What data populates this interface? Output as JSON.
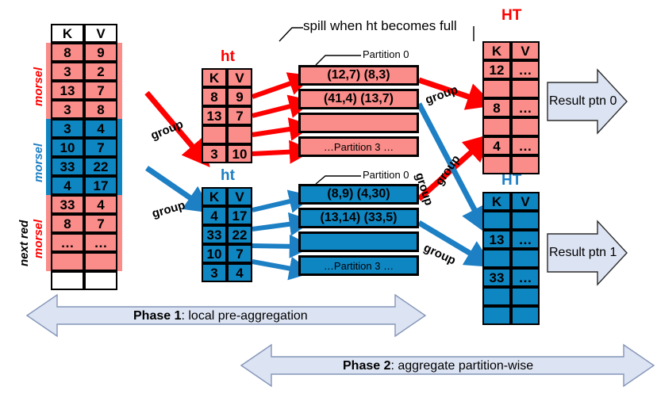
{
  "diagram": {
    "title_note": "spill when ht becomes full",
    "colors": {
      "pink": "#FA8C89",
      "blue": "#0E86C2",
      "red_arrow": "#FF0000",
      "blue_arrow": "#1D7FC4",
      "phase_fill": "#DCE3F2"
    }
  },
  "input_table": {
    "header": {
      "k": "K",
      "v": "V"
    },
    "morsel_labels": [
      {
        "text": "morsel",
        "color": "red"
      },
      {
        "text": "morsel",
        "color": "blue"
      },
      {
        "text": "morsel",
        "color": "red"
      }
    ],
    "next_red_label": "next red",
    "rows": [
      {
        "k": "8",
        "v": "9",
        "color": "pink"
      },
      {
        "k": "3",
        "v": "2",
        "color": "pink"
      },
      {
        "k": "13",
        "v": "7",
        "color": "pink"
      },
      {
        "k": "3",
        "v": "8",
        "color": "pink"
      },
      {
        "k": "3",
        "v": "4",
        "color": "blue"
      },
      {
        "k": "10",
        "v": "7",
        "color": "blue"
      },
      {
        "k": "33",
        "v": "22",
        "color": "blue"
      },
      {
        "k": "4",
        "v": "17",
        "color": "blue"
      },
      {
        "k": "33",
        "v": "4",
        "color": "pink"
      },
      {
        "k": "8",
        "v": "7",
        "color": "pink"
      },
      {
        "k": "…",
        "v": "…",
        "color": "pink"
      },
      {
        "k": "",
        "v": "",
        "color": "pink"
      },
      {
        "k": "",
        "v": "",
        "color": "white"
      }
    ]
  },
  "ht_red": {
    "label": "ht",
    "header": {
      "k": "K",
      "v": "V"
    },
    "rows": [
      {
        "k": "8",
        "v": "9"
      },
      {
        "k": "13",
        "v": "7"
      },
      {
        "k": "",
        "v": ""
      },
      {
        "k": "3",
        "v": "10"
      }
    ]
  },
  "ht_blue": {
    "label": "ht",
    "header": {
      "k": "K",
      "v": "V"
    },
    "rows": [
      {
        "k": "4",
        "v": "17"
      },
      {
        "k": "33",
        "v": "22"
      },
      {
        "k": "10",
        "v": "7"
      },
      {
        "k": "3",
        "v": "4"
      }
    ]
  },
  "partitions_red": {
    "caption": "Partition 0",
    "bars": [
      "(12,7)  (8,3)",
      "(41,4) (13,7)",
      "",
      "…Partition 3 …"
    ]
  },
  "partitions_blue": {
    "caption": "Partition 0",
    "bars": [
      "(8,9)  (4,30)",
      "(13,14) (33,5)",
      "",
      "…Partition 3 …"
    ]
  },
  "result_ht_red": {
    "label": "HT",
    "header": {
      "k": "K",
      "v": "V"
    },
    "rows": [
      {
        "k": "12",
        "v": "…"
      },
      {
        "k": "",
        "v": ""
      },
      {
        "k": "8",
        "v": "…"
      },
      {
        "k": "",
        "v": ""
      },
      {
        "k": "4",
        "v": "…"
      },
      {
        "k": "",
        "v": ""
      }
    ]
  },
  "result_ht_blue": {
    "label": "HT",
    "header": {
      "k": "K",
      "v": "V"
    },
    "rows": [
      {
        "k": "",
        "v": ""
      },
      {
        "k": "13",
        "v": "…"
      },
      {
        "k": "",
        "v": ""
      },
      {
        "k": "33",
        "v": "…"
      },
      {
        "k": "",
        "v": ""
      },
      {
        "k": "",
        "v": ""
      }
    ]
  },
  "result_arrows": [
    {
      "label": "Result ptn 0"
    },
    {
      "label": "Result ptn 1"
    }
  ],
  "group_labels": [
    "group",
    "group",
    "group",
    "group",
    "group",
    "group"
  ],
  "phases": [
    {
      "bold": "Phase 1",
      "rest": ": local pre-aggregation"
    },
    {
      "bold": "Phase 2",
      "rest": ": aggregate partition-wise"
    }
  ]
}
